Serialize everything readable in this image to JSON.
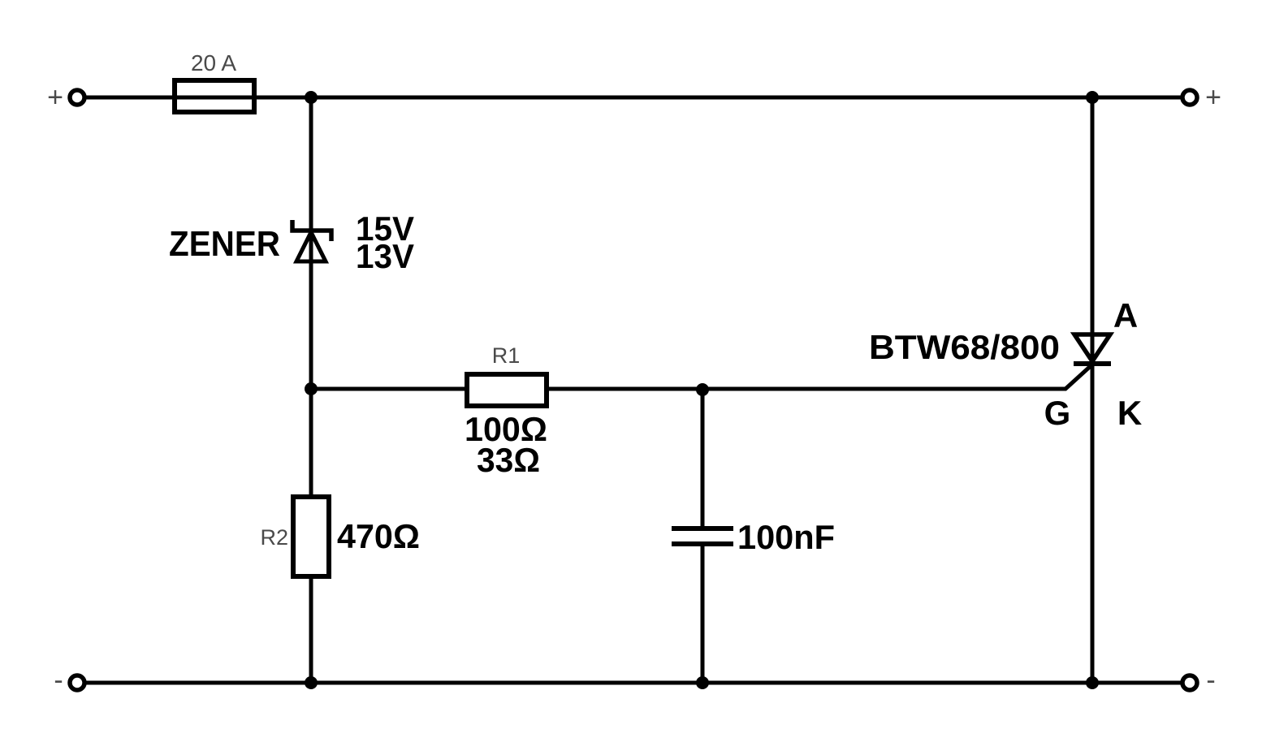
{
  "colors": {
    "line": "#000000",
    "muted_label": "#4a4a4a",
    "background": "#ffffff"
  },
  "terminals": {
    "top_left": "+",
    "top_right": "+",
    "bottom_left": "-",
    "bottom_right": "-"
  },
  "components": {
    "fuse": {
      "rating": "20 A"
    },
    "zener": {
      "name": "ZENER",
      "voltage_primary": "15V",
      "voltage_alt": "13V"
    },
    "r1": {
      "ref": "R1",
      "value_primary": "100Ω",
      "value_alt": "33Ω"
    },
    "r2": {
      "ref": "R2",
      "value": "470Ω"
    },
    "capacitor": {
      "value": "100nF"
    },
    "thyristor": {
      "part": "BTW68/800",
      "anode": "A",
      "gate": "G",
      "cathode": "K"
    }
  }
}
